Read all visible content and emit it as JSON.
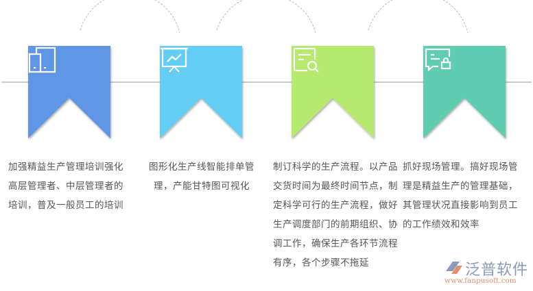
{
  "colors": {
    "step1": "#5f96e6",
    "step2": "#63cdf4",
    "step3": "#b6ea6e",
    "step4": "#5ecdb1",
    "line": "#999999",
    "arc": "#bbbbbb",
    "text": "#555555"
  },
  "steps": [
    {
      "icon": "devices-icon",
      "text": "加强精益生产管理培训强化高层管理者、中层管理者的培训，普及一般员工的培训"
    },
    {
      "icon": "presentation-chart-icon",
      "text": "图形化生产线智能排单管理，产能甘特图可视化"
    },
    {
      "icon": "document-search-icon",
      "text": "制订科学的生产流程。以产品交货时间为最终时间节点，制定科学可行的生产流程，做好生产调度部门的前期组织、协调工作，确保生产各环节流程有序，各个步骤不拖延"
    },
    {
      "icon": "message-lock-icon",
      "text": "抓好现场管理。搞好现场管理是精益生产的管理基础，其管理状况直接影响到员工的工作绩效和效率"
    }
  ],
  "logo": {
    "name": "泛普软件",
    "url": "www.fanpusoft.com"
  }
}
